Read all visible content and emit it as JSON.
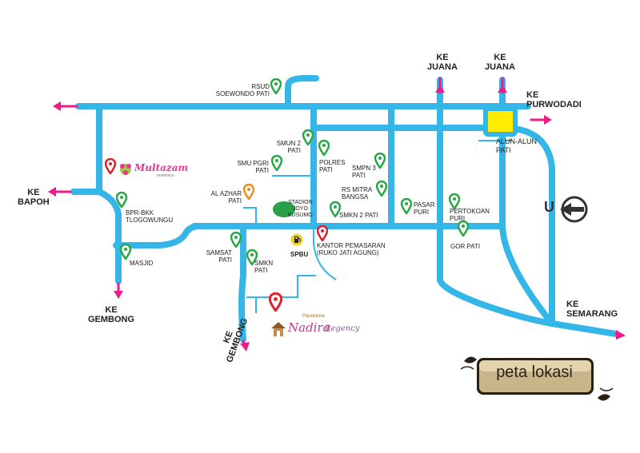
{
  "colors": {
    "road": "#35b6e8",
    "arrow": "#ec1c8c",
    "pin_green": "#27a844",
    "pin_red": "#e0202a",
    "pin_orange": "#f28a1e",
    "alun_alun": "#ffec00",
    "stadium": "#2aa04a",
    "badge_bg": "#c8b58a",
    "badge_dark": "#2b2016"
  },
  "directions": {
    "juana_1": "ke\nJUANA",
    "juana_2": "ke\nJUANA",
    "purwodadi": "ke\nPURWODADI",
    "bapoh": "ke\nBAPOH",
    "gembong_1": "ke\nGEMBONG",
    "gembong_2": "ke\nGEMBONG",
    "semarang": "ke\nSEMARANG"
  },
  "landmarks": {
    "rsud": "RSUD\nSOEWONDO PATI",
    "smun2": "SMUN 2\nPATI",
    "smu_pgri": "SMU PGRI\nPATI",
    "polres": "POLRES\nPATI",
    "smpn3": "SMPN 3\nPATI",
    "rs_mitra": "RS MITRA\nBANGSA",
    "al_azhar": "AL AZHAR\nPATI",
    "stadion": "stadion\nJOYO\nKUSUMO",
    "smkn2": "SMKN 2 PATI",
    "pasar_puri": "PASAR\nPURI",
    "pertokoan": "PERTOKOAN\nPURI",
    "bpr_bkk": "BPR-BKK\nTLOGOWUNGU",
    "samsat": "SAMSAT\nPATI",
    "smkn_pati": "SMKN\nPATI",
    "spbu": "SPBU",
    "kantor": "KANTOR PEMASARAN\n(RUKO JATI AGUNG)",
    "gor_pati": "GOR PATI",
    "masjid": "MASJID",
    "alun_alun": "alun-alun\nPATI"
  },
  "logos": {
    "multazam": "Multazam",
    "multazam_sub": "residence",
    "panorama": "Panorama",
    "nadira": "Nadira",
    "regency": "Regency"
  },
  "compass": {
    "letter": "U"
  },
  "badge": {
    "text": "peta lokasi"
  }
}
